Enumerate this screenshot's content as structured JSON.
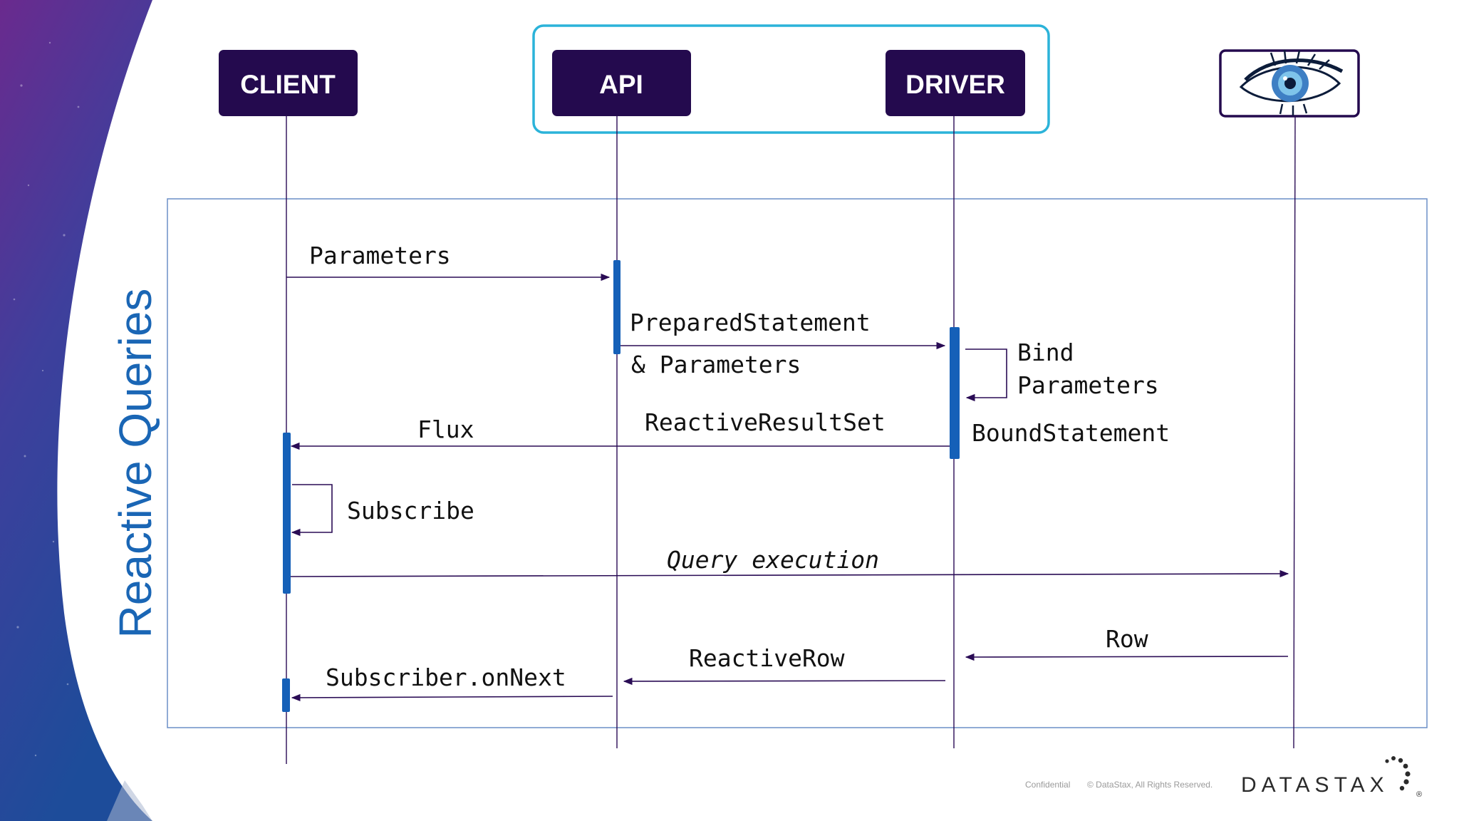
{
  "slide": {
    "title": "Reactive Queries",
    "footer_confidential": "Confidential",
    "footer_copyright": "© DataStax, All Rights Reserved.",
    "brand": "DATASTAX",
    "brand_mark": "®"
  },
  "participants": {
    "client": "CLIENT",
    "api": "API",
    "driver": "DRIVER",
    "cassandra_logo": "cassandra-eye-icon"
  },
  "messages": {
    "parameters": "Parameters",
    "prepared_statement": "PreparedStatement",
    "and_parameters": "& Parameters",
    "bind": "Bind",
    "bind_parameters": "Parameters",
    "flux": "Flux",
    "reactive_result_set": "ReactiveResultSet",
    "bound_statement": "BoundStatement",
    "subscribe": "Subscribe",
    "query_execution": "Query execution",
    "row": "Row",
    "reactive_row": "ReactiveRow",
    "subscriber_on_next": "Subscriber.onNext"
  },
  "colors": {
    "header_fill": "#240a4e",
    "highlight_border": "#2bb3d9",
    "frame_border": "#6b8fc7",
    "arrow": "#2a0c55",
    "activation": "#1560b8",
    "title_blue": "#1a66b5"
  }
}
